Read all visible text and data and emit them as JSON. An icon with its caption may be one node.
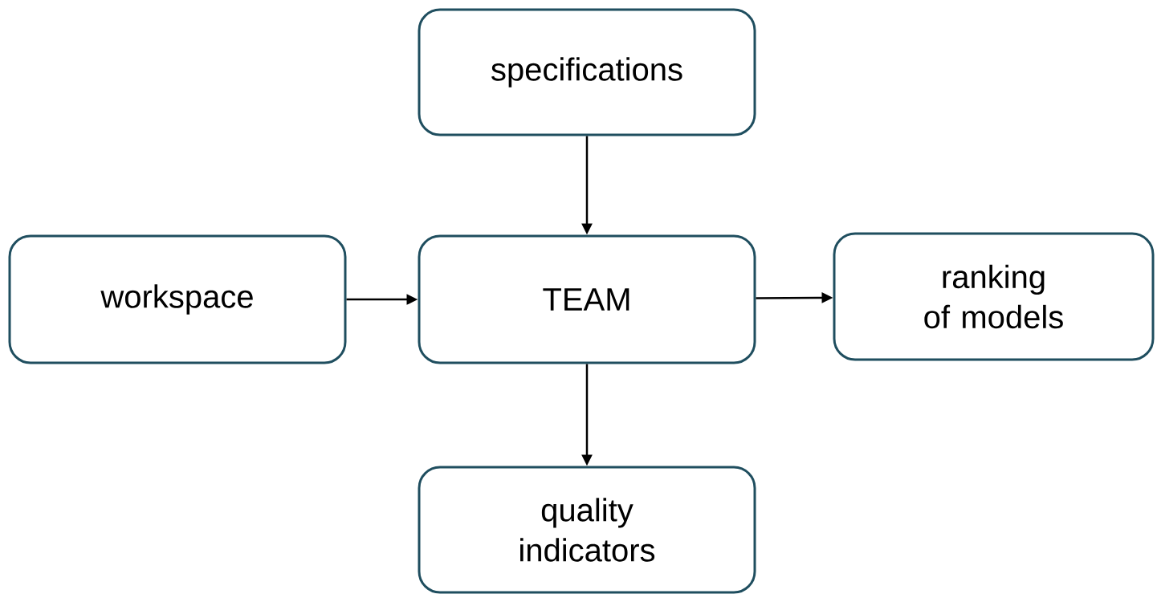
{
  "diagram": {
    "nodes": [
      {
        "text": [
          "specifications"
        ]
      },
      {
        "text": [
          "workspace"
        ]
      },
      {
        "text": [
          "TEAM"
        ]
      },
      {
        "text": [
          "ranking of models"
        ]
      },
      {
        "text": [
          "quality indicators"
        ]
      }
    ],
    "edges": [
      {
        "from": 0,
        "to": 2,
        "arrow": "to"
      },
      {
        "from": 1,
        "to": 2,
        "arrow": "to"
      },
      {
        "from": 2,
        "to": 3,
        "arrow": "to"
      },
      {
        "from": 2,
        "to": 4,
        "arrow": "to"
      }
    ]
  }
}
